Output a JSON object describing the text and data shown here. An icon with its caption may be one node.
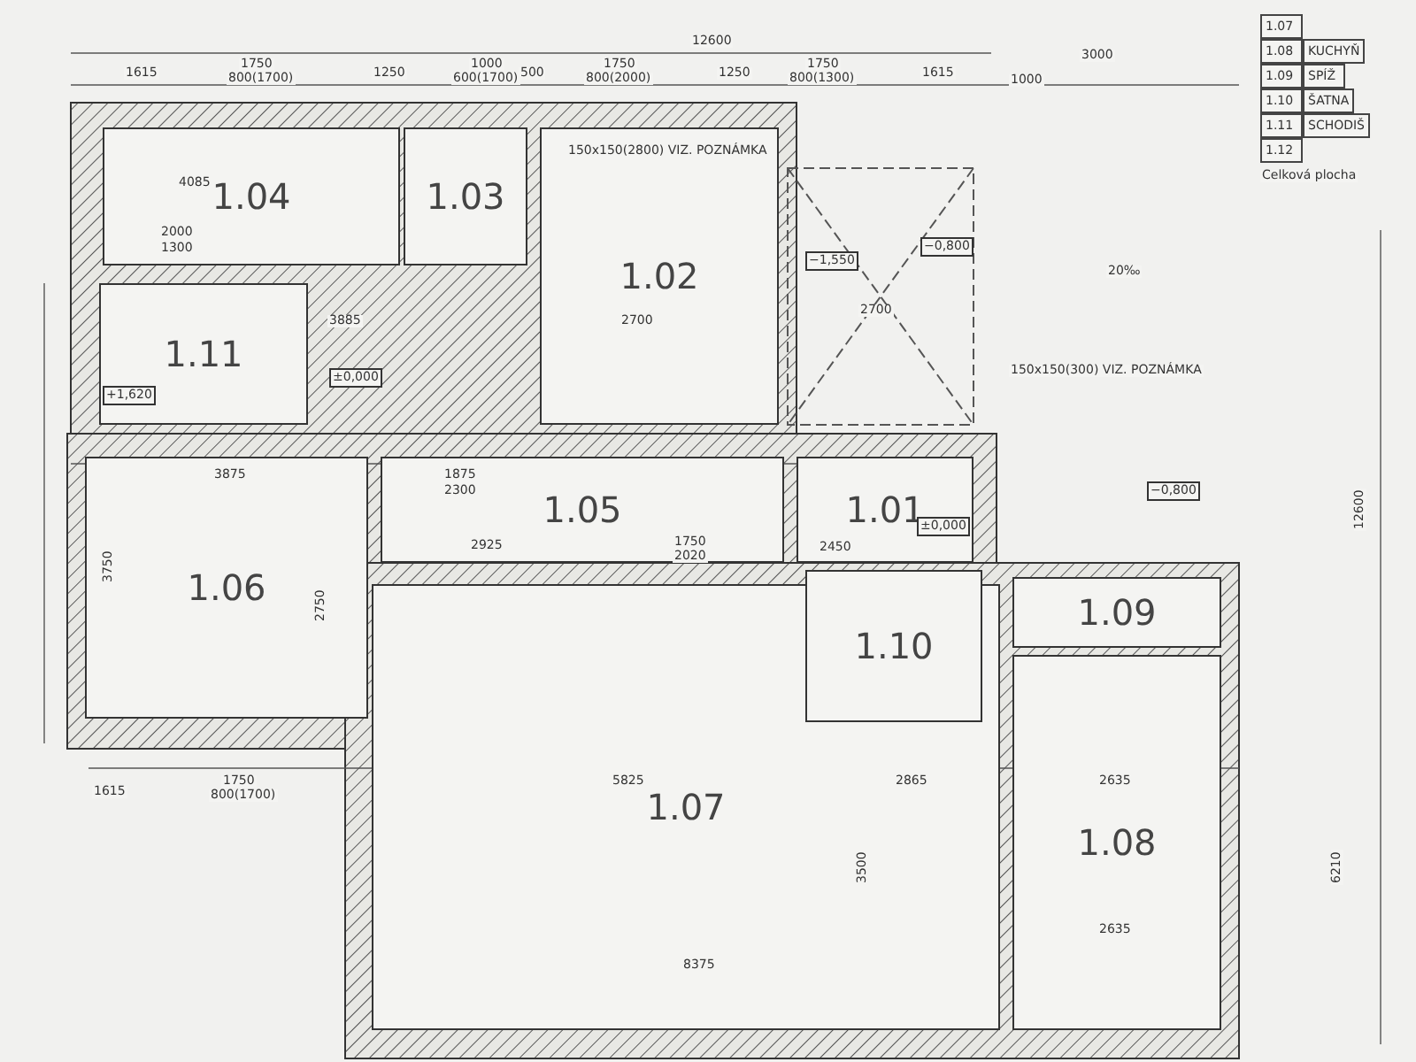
{
  "diagram": {
    "nodes": [
      {
        "text": [
          "1.04"
        ]
      },
      {
        "text": [
          "1.03"
        ]
      },
      {
        "text": [
          "1.02"
        ]
      },
      {
        "text": [
          "1.11"
        ]
      },
      {
        "text": [
          "1.06"
        ]
      },
      {
        "text": [
          "1.05"
        ]
      },
      {
        "text": [
          "1.01"
        ]
      },
      {
        "text": [
          "1.10"
        ]
      },
      {
        "text": [
          "1.09"
        ]
      },
      {
        "text": [
          "1.08"
        ]
      },
      {
        "text": [
          "1.07"
        ]
      }
    ],
    "edges": [],
    "labels": [
      "12600",
      "1615",
      "1750",
      "800(1700)",
      "1250",
      "1000",
      "600(1700)",
      "500",
      "1750",
      "800(2000)",
      "1250",
      "1750",
      "800(1300)",
      "1615",
      "1000",
      "3000",
      "150x150(2800) VIZ. POZNÁMKA",
      "4085",
      "2000",
      "1300",
      "3885",
      "2700",
      "±0,000",
      "+1,620",
      "−1,550",
      "−0,800",
      "2700",
      "150x150(300) VIZ. POZNÁMKA",
      "20‰",
      "±0,000",
      "−0,800",
      "3875",
      "1875",
      "2300",
      "2925",
      "1750",
      "2020",
      "3750",
      "2750",
      "5825",
      "8375",
      "2450",
      "2865",
      "2635",
      "2635",
      "1615",
      "1750",
      "800(1700)",
      "3500",
      "12600",
      "6210",
      "1.07",
      "1.08",
      "KUCHYŇ",
      "1.09",
      "SPÍŽ",
      "1.10",
      "ŠATNA",
      "1.11",
      "SCHODIŠ",
      "1.12",
      "Celková plocha"
    ]
  }
}
